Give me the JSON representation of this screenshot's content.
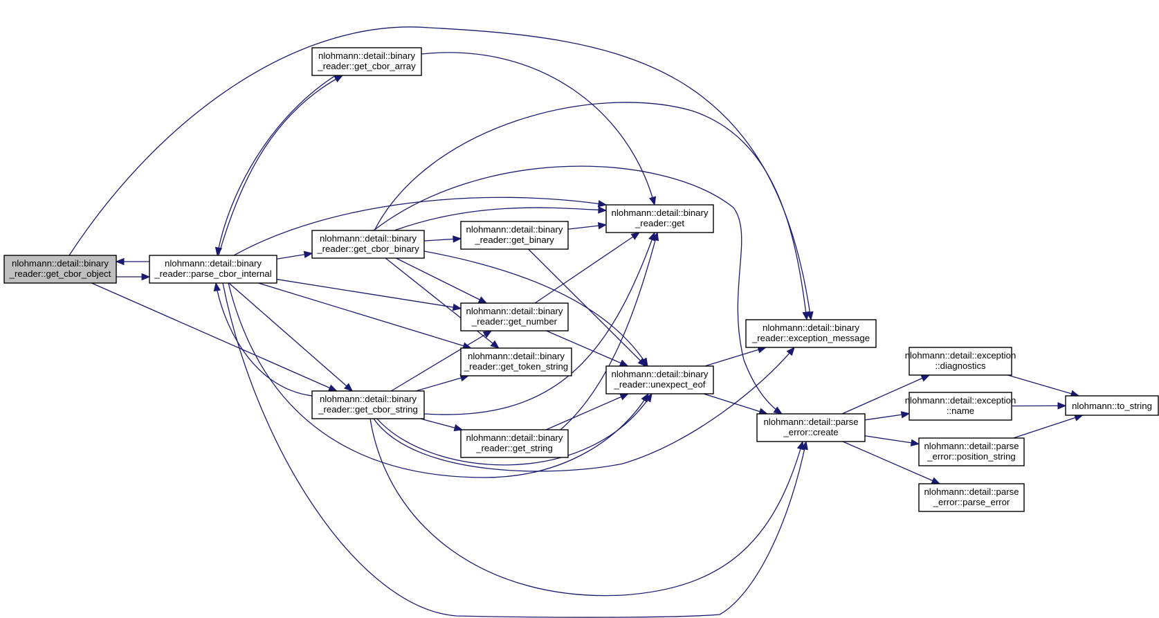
{
  "graph": {
    "nodes": {
      "get_cbor_object": {
        "line1": "nlohmann::detail::binary",
        "line2": "_reader::get_cbor_object"
      },
      "parse_cbor_internal": {
        "line1": "nlohmann::detail::binary",
        "line2": "_reader::parse_cbor_internal"
      },
      "get_cbor_array": {
        "line1": "nlohmann::detail::binary",
        "line2": "_reader::get_cbor_array"
      },
      "get_cbor_binary": {
        "line1": "nlohmann::detail::binary",
        "line2": "_reader::get_cbor_binary"
      },
      "get_cbor_string": {
        "line1": "nlohmann::detail::binary",
        "line2": "_reader::get_cbor_string"
      },
      "get_binary": {
        "line1": "nlohmann::detail::binary",
        "line2": "_reader::get_binary"
      },
      "get_number": {
        "line1": "nlohmann::detail::binary",
        "line2": "_reader::get_number"
      },
      "get_token_string": {
        "line1": "nlohmann::detail::binary",
        "line2": "_reader::get_token_string"
      },
      "get_string": {
        "line1": "nlohmann::detail::binary",
        "line2": "_reader::get_string"
      },
      "get": {
        "line1": "nlohmann::detail::binary",
        "line2": "_reader::get"
      },
      "unexpect_eof": {
        "line1": "nlohmann::detail::binary",
        "line2": "_reader::unexpect_eof"
      },
      "exception_message": {
        "line1": "nlohmann::detail::binary",
        "line2": "_reader::exception_message"
      },
      "create": {
        "line1": "nlohmann::detail::parse",
        "line2": "_error::create"
      },
      "diagnostics": {
        "line1": "nlohmann::detail::exception",
        "line2": "::diagnostics"
      },
      "name": {
        "line1": "nlohmann::detail::exception",
        "line2": "::name"
      },
      "position_string": {
        "line1": "nlohmann::detail::parse",
        "line2": "_error::position_string"
      },
      "parse_error": {
        "line1": "nlohmann::detail::parse",
        "line2": "_error::parse_error"
      },
      "to_string": {
        "line1": "nlohmann::to_string",
        "line2": ""
      }
    },
    "edges": [
      [
        "get_cbor_object",
        "parse_cbor_internal"
      ],
      [
        "get_cbor_object",
        "get_cbor_string"
      ],
      [
        "get_cbor_object",
        "exception_message"
      ],
      [
        "parse_cbor_internal",
        "get_cbor_object"
      ],
      [
        "parse_cbor_internal",
        "get_cbor_array"
      ],
      [
        "parse_cbor_internal",
        "get_cbor_binary"
      ],
      [
        "parse_cbor_internal",
        "get_cbor_string"
      ],
      [
        "parse_cbor_internal",
        "get"
      ],
      [
        "parse_cbor_internal",
        "get_number"
      ],
      [
        "parse_cbor_internal",
        "get_token_string"
      ],
      [
        "parse_cbor_internal",
        "unexpect_eof"
      ],
      [
        "parse_cbor_internal",
        "create"
      ],
      [
        "get_cbor_array",
        "parse_cbor_internal"
      ],
      [
        "get_cbor_array",
        "get"
      ],
      [
        "get_cbor_binary",
        "get"
      ],
      [
        "get_cbor_binary",
        "get_binary"
      ],
      [
        "get_cbor_binary",
        "get_number"
      ],
      [
        "get_cbor_binary",
        "get_token_string"
      ],
      [
        "get_cbor_binary",
        "unexpect_eof"
      ],
      [
        "get_cbor_binary",
        "exception_message"
      ],
      [
        "get_cbor_binary",
        "create"
      ],
      [
        "get_cbor_string",
        "parse_cbor_internal"
      ],
      [
        "get_cbor_string",
        "get"
      ],
      [
        "get_cbor_string",
        "get_number"
      ],
      [
        "get_cbor_string",
        "get_token_string"
      ],
      [
        "get_cbor_string",
        "get_string"
      ],
      [
        "get_cbor_string",
        "unexpect_eof"
      ],
      [
        "get_cbor_string",
        "exception_message"
      ],
      [
        "get_cbor_string",
        "create"
      ],
      [
        "get_binary",
        "get"
      ],
      [
        "get_binary",
        "unexpect_eof"
      ],
      [
        "get_number",
        "get"
      ],
      [
        "get_number",
        "unexpect_eof"
      ],
      [
        "get_string",
        "get"
      ],
      [
        "get_string",
        "unexpect_eof"
      ],
      [
        "unexpect_eof",
        "exception_message"
      ],
      [
        "unexpect_eof",
        "create"
      ],
      [
        "create",
        "diagnostics"
      ],
      [
        "create",
        "name"
      ],
      [
        "create",
        "position_string"
      ],
      [
        "create",
        "parse_error"
      ],
      [
        "diagnostics",
        "to_string"
      ],
      [
        "name",
        "to_string"
      ],
      [
        "position_string",
        "to_string"
      ]
    ]
  }
}
